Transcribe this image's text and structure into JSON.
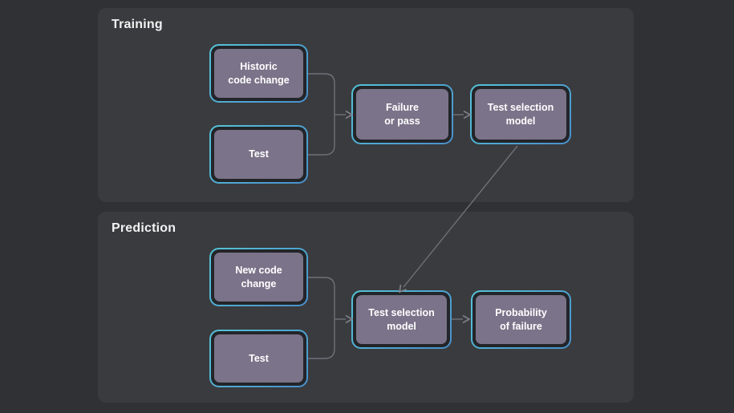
{
  "colors": {
    "page_background": "#303134",
    "panel_background": "#3a3b3e",
    "node_fill": "#7b7389",
    "node_ring": "#232529",
    "node_border_gradient_start": "#55c4d9",
    "node_border_gradient_end": "#4a8fcb",
    "connector_line": "#70707b",
    "title_text": "#f2f2f3",
    "node_text": "#ffffff"
  },
  "sections": {
    "training": {
      "title": "Training",
      "nodes": {
        "historic": {
          "label": "Historic\ncode change"
        },
        "test": {
          "label": "Test"
        },
        "failure_or_pass": {
          "label": "Failure\nor pass"
        },
        "model": {
          "label": "Test selection\nmodel"
        }
      }
    },
    "prediction": {
      "title": "Prediction",
      "nodes": {
        "new_code": {
          "label": "New code\nchange"
        },
        "test": {
          "label": "Test"
        },
        "model": {
          "label": "Test selection\nmodel"
        },
        "probability": {
          "label": "Probability\nof failure"
        }
      }
    }
  },
  "edges": [
    {
      "from": "training.historic",
      "to": "training.failure_or_pass"
    },
    {
      "from": "training.test",
      "to": "training.failure_or_pass"
    },
    {
      "from": "training.failure_or_pass",
      "to": "training.model"
    },
    {
      "from": "training.model",
      "to": "prediction.model"
    },
    {
      "from": "prediction.new_code",
      "to": "prediction.model"
    },
    {
      "from": "prediction.test",
      "to": "prediction.model"
    },
    {
      "from": "prediction.model",
      "to": "prediction.probability"
    }
  ]
}
